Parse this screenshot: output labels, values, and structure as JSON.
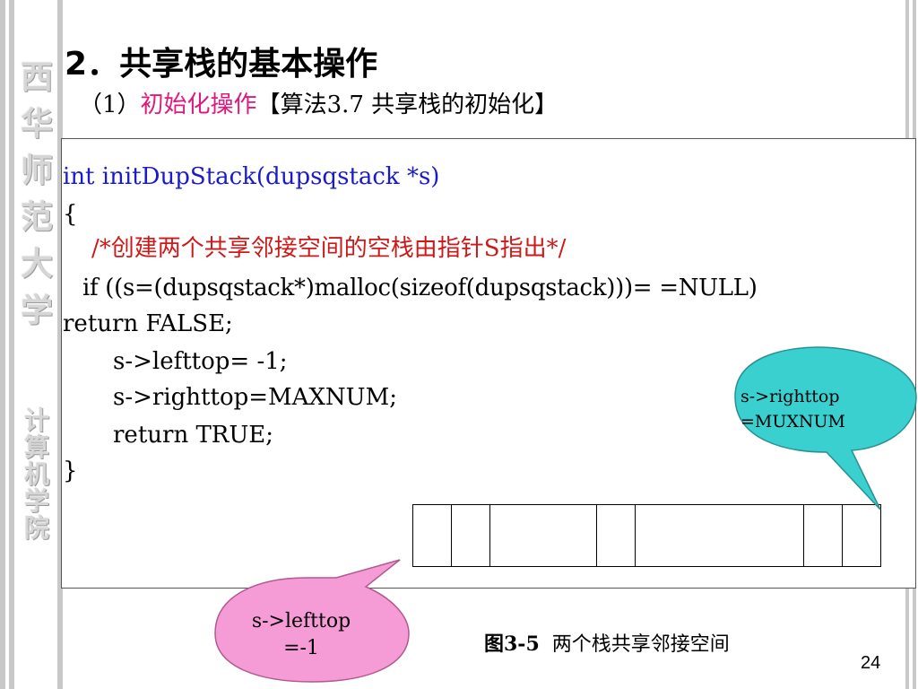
{
  "sidebar": {
    "university": [
      "西",
      "华",
      "师",
      "范",
      "大",
      "学"
    ],
    "college": [
      "计",
      "算",
      "机",
      "学",
      "院"
    ]
  },
  "heading": {
    "number": "2．",
    "title": "共享栈的基本操作"
  },
  "subheading": {
    "prefix": "（1）",
    "op": "初始化操作",
    "algo": "【算法3.7  共享栈的初始化】"
  },
  "code": {
    "line1": "int initDupStack(dupsqstack *s)",
    "line2": "{",
    "line3": "/*创建两个共享邻接空间的空栈由指针S指出*/",
    "line4": "if ((s=(dupsqstack*)malloc(sizeof(dupsqstack)))= =NULL)",
    "line5": "return FALSE;",
    "line6": "s->lefttop= -1;",
    "line7": "s->righttop=MAXNUM;",
    "line8": "return TRUE;",
    "line9": "}"
  },
  "bubbles": {
    "right": "s->righttop\n=MUXNUM",
    "left": "s->lefttop\n=-1"
  },
  "caption": {
    "fig": "图3-5",
    "text": "两个栈共享邻接空间"
  },
  "page_number": "24",
  "colors": {
    "keyword_blue": "#1a1acc",
    "comment_red": "#cc1a1a",
    "op_pink": "#e0197d",
    "bubble_cyan": "#3ad0d0",
    "bubble_pink": "#f59bd6"
  }
}
